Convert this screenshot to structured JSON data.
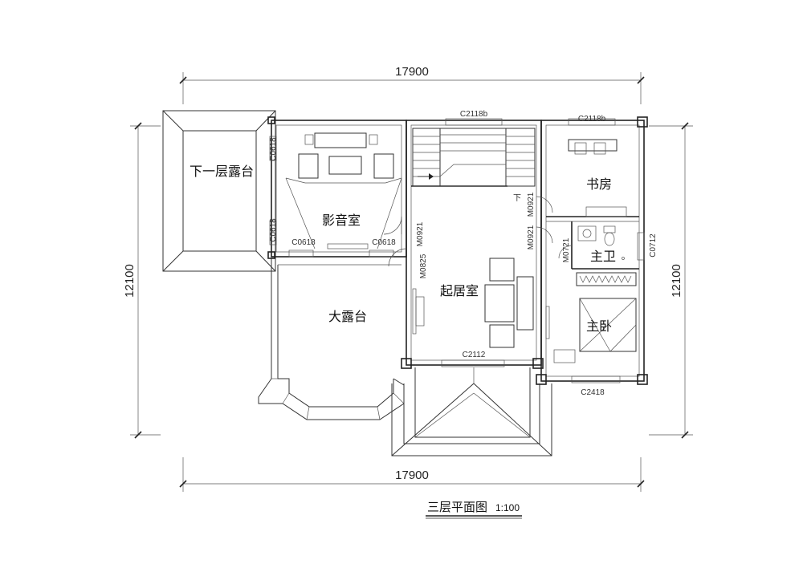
{
  "plan": {
    "title": "三层平面图",
    "scale": "1:100",
    "dimensions": {
      "top": "17900",
      "bottom": "17900",
      "left": "12100",
      "right": "12100"
    },
    "rooms": {
      "lower_terrace": "下一层露台",
      "theater": "影音室",
      "big_terrace": "大露台",
      "living": "起居室",
      "study": "书房",
      "master_bath": "主卫",
      "master_bedroom": "主卧"
    },
    "codes": {
      "c2118b_stair": "C2118b",
      "c2118b_study": "C2118b",
      "c0618_left_top": "C0618",
      "c0618_left_bottom": "C0618",
      "c0618_bottom_left": "C0618",
      "c0618_bottom_right": "C0618",
      "m0921_theater": "M0921",
      "m0825": "M0825",
      "m0921_study": "M0921",
      "m0921_living": "M0921",
      "m0721": "M0721",
      "c0712": "C0712",
      "c2112": "C2112",
      "c2418": "C2418",
      "stair_mark": "下"
    }
  }
}
